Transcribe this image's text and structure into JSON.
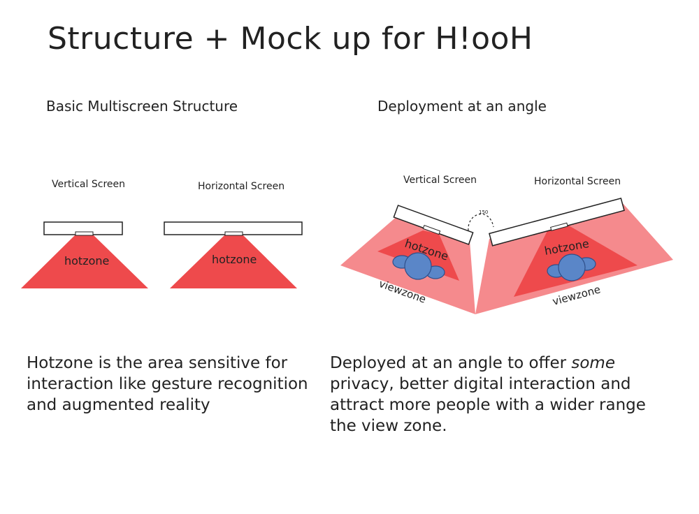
{
  "title": "Structure + Mock up for H!ooH",
  "subheads": {
    "left": "Basic Multiscreen Structure",
    "right": "Deployment at an angle"
  },
  "diagram": {
    "labels": {
      "vertical_screen": "Vertical Screen",
      "horizontal_screen": "Horizontal Screen",
      "hotzone": "hotzone",
      "viewzone": "viewzone",
      "angle": "150"
    },
    "colors": {
      "hotzone": "#ee4a4c",
      "viewzone": "#f58a8d",
      "person": "#5a86c8",
      "person_outline": "#2f4f8a",
      "screen_outline": "#222222"
    }
  },
  "body": {
    "left": "Hotzone is the area sensitive for interaction like gesture recognition and augmented reality",
    "right_before": "Deployed at an angle to offer ",
    "right_emphasis": "some",
    "right_after": " privacy, better digital interaction and attract more people with a wider range the view zone."
  }
}
